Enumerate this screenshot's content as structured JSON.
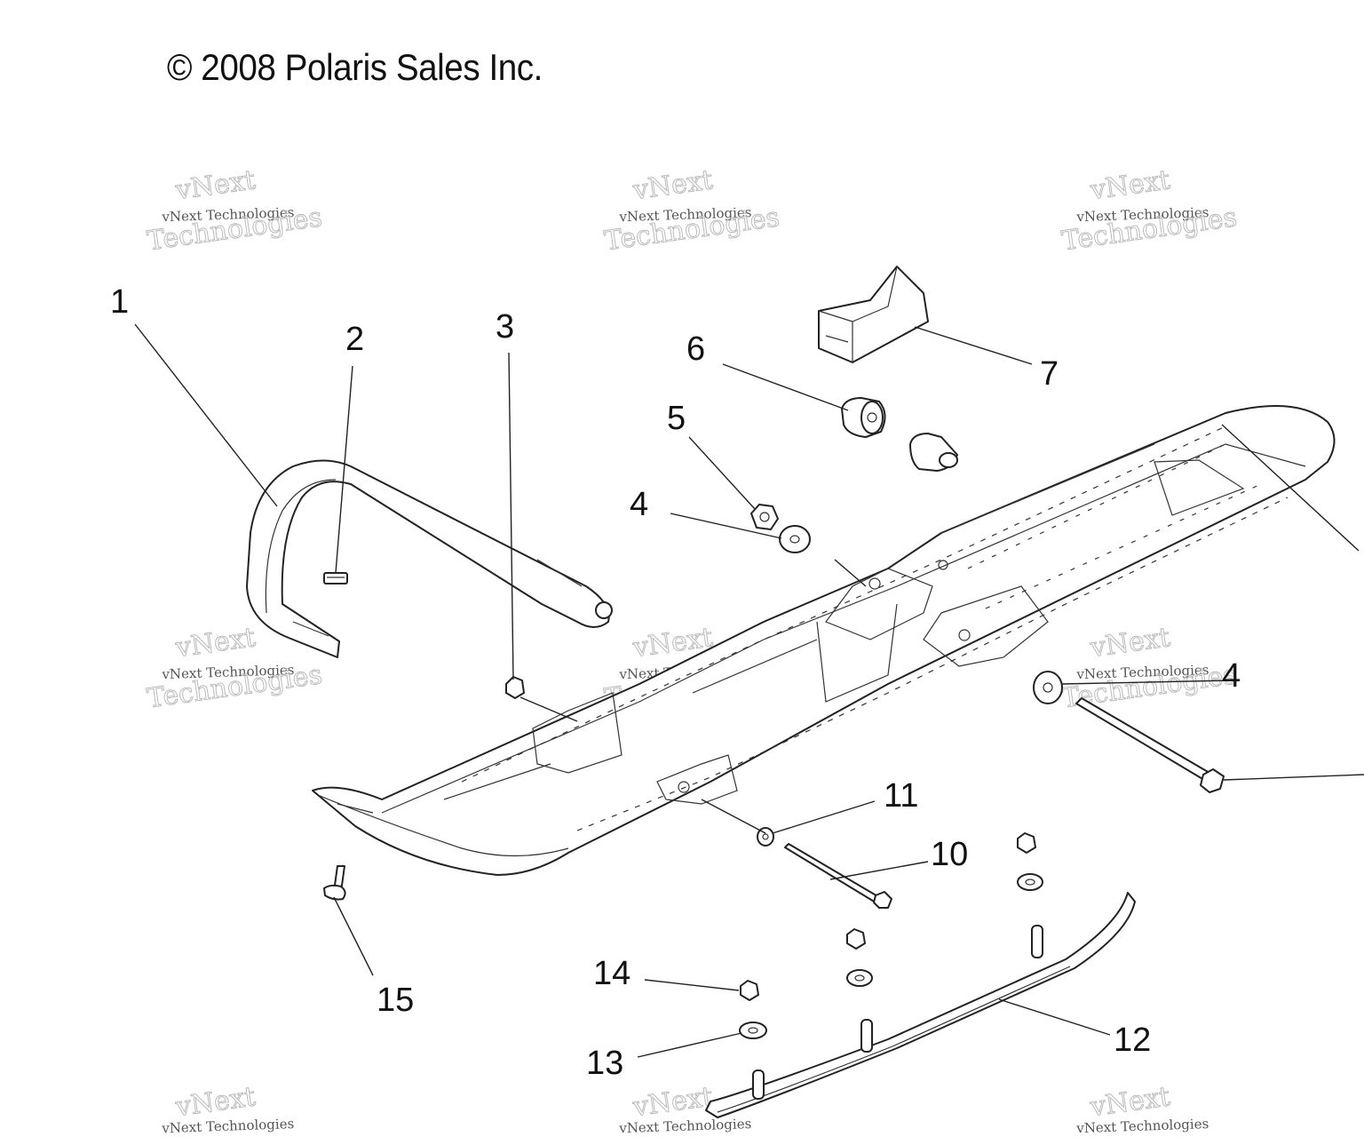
{
  "copyright": "© 2008 Polaris Sales Inc.",
  "watermark": {
    "top_word": "vNext",
    "small_line": "vNext Technologies",
    "big_word": "Technologies"
  },
  "callouts": [
    "1",
    "2",
    "3",
    "4",
    "5",
    "6",
    "7",
    "4",
    "10",
    "11",
    "12",
    "13",
    "14",
    "15"
  ],
  "colors": {
    "line": "#222222",
    "background": "#ffffff",
    "watermark": "#bbbbbb"
  }
}
